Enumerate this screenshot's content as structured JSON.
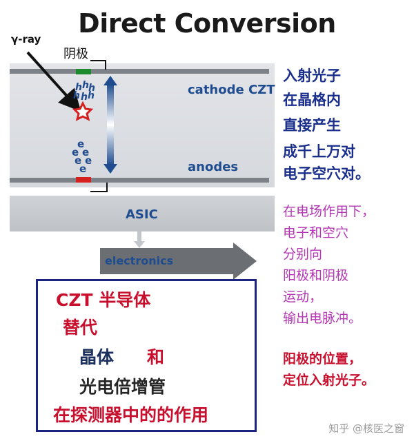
{
  "title": "Direct Conversion",
  "detector": {
    "gamma_label": "γ-ray",
    "cathode_cn": "阴极",
    "anode_cn": "阳极",
    "cathode_label": "cathode CZT",
    "anode_label": "anodes",
    "holes": [
      "h",
      "h",
      "h",
      "h",
      "h",
      "h"
    ],
    "electrons": [
      "e",
      "e",
      "e",
      "e",
      "e",
      "e"
    ]
  },
  "asic_label": "ASIC",
  "electronics_label": "electronics",
  "notes_blue": [
    "入射光子",
    "在晶格内",
    "直接产生",
    "成千上万对",
    "电子空穴对。"
  ],
  "notes_purple": [
    "在电场作用下，",
    "电子和空穴",
    "分别向",
    "阳极和阴极",
    "运动，",
    "输出电脉冲。"
  ],
  "notes_red": [
    "阳极的位置，",
    "定位入射光子。"
  ],
  "box": {
    "line1": "CZT 半导体",
    "line2": "替代",
    "line3a": "晶体",
    "line3b": "和",
    "line4": "光电倍增管",
    "line5": "在探测器中的的作用"
  },
  "watermark": "知乎 @核医之窗",
  "colors": {
    "cathode": "#1e8a2e",
    "anode": "#d62020",
    "arrow_blue": "#1f4c8f",
    "note_blue": "#1a2e8c",
    "note_purple": "#b436b4",
    "note_red": "#c8102e",
    "box_border": "#1a237e"
  }
}
